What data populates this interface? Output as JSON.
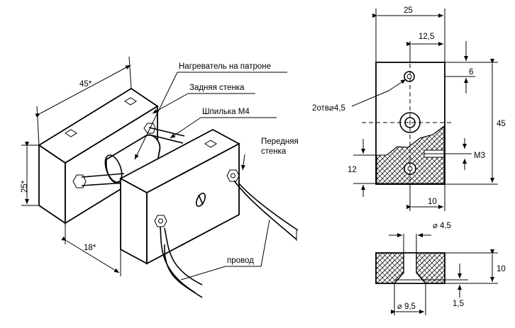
{
  "labels": {
    "heater": "Нагреватель на патроне",
    "back_wall": "Задняя  стенка",
    "stud": "Шпилька  М4",
    "front_wall_1": "Передняя",
    "front_wall_2": "стенка",
    "wire": "провод"
  },
  "dimensions": {
    "iso_length": "45*",
    "iso_height": "25*",
    "iso_depth": "18*",
    "front_width": "25",
    "hole_offset": "12,5",
    "top_offset": "6",
    "holes": "2отв",
    "hole_dia": "4,5",
    "total_height": "45",
    "thread": "М3",
    "hatch_height": "12",
    "bottom_offset": "10",
    "section_hole_dia": "4,5",
    "section_height": "10",
    "countersink_depth": "1,5",
    "countersink_dia": "9,5"
  },
  "symbols": {
    "diameter": "⌀"
  }
}
